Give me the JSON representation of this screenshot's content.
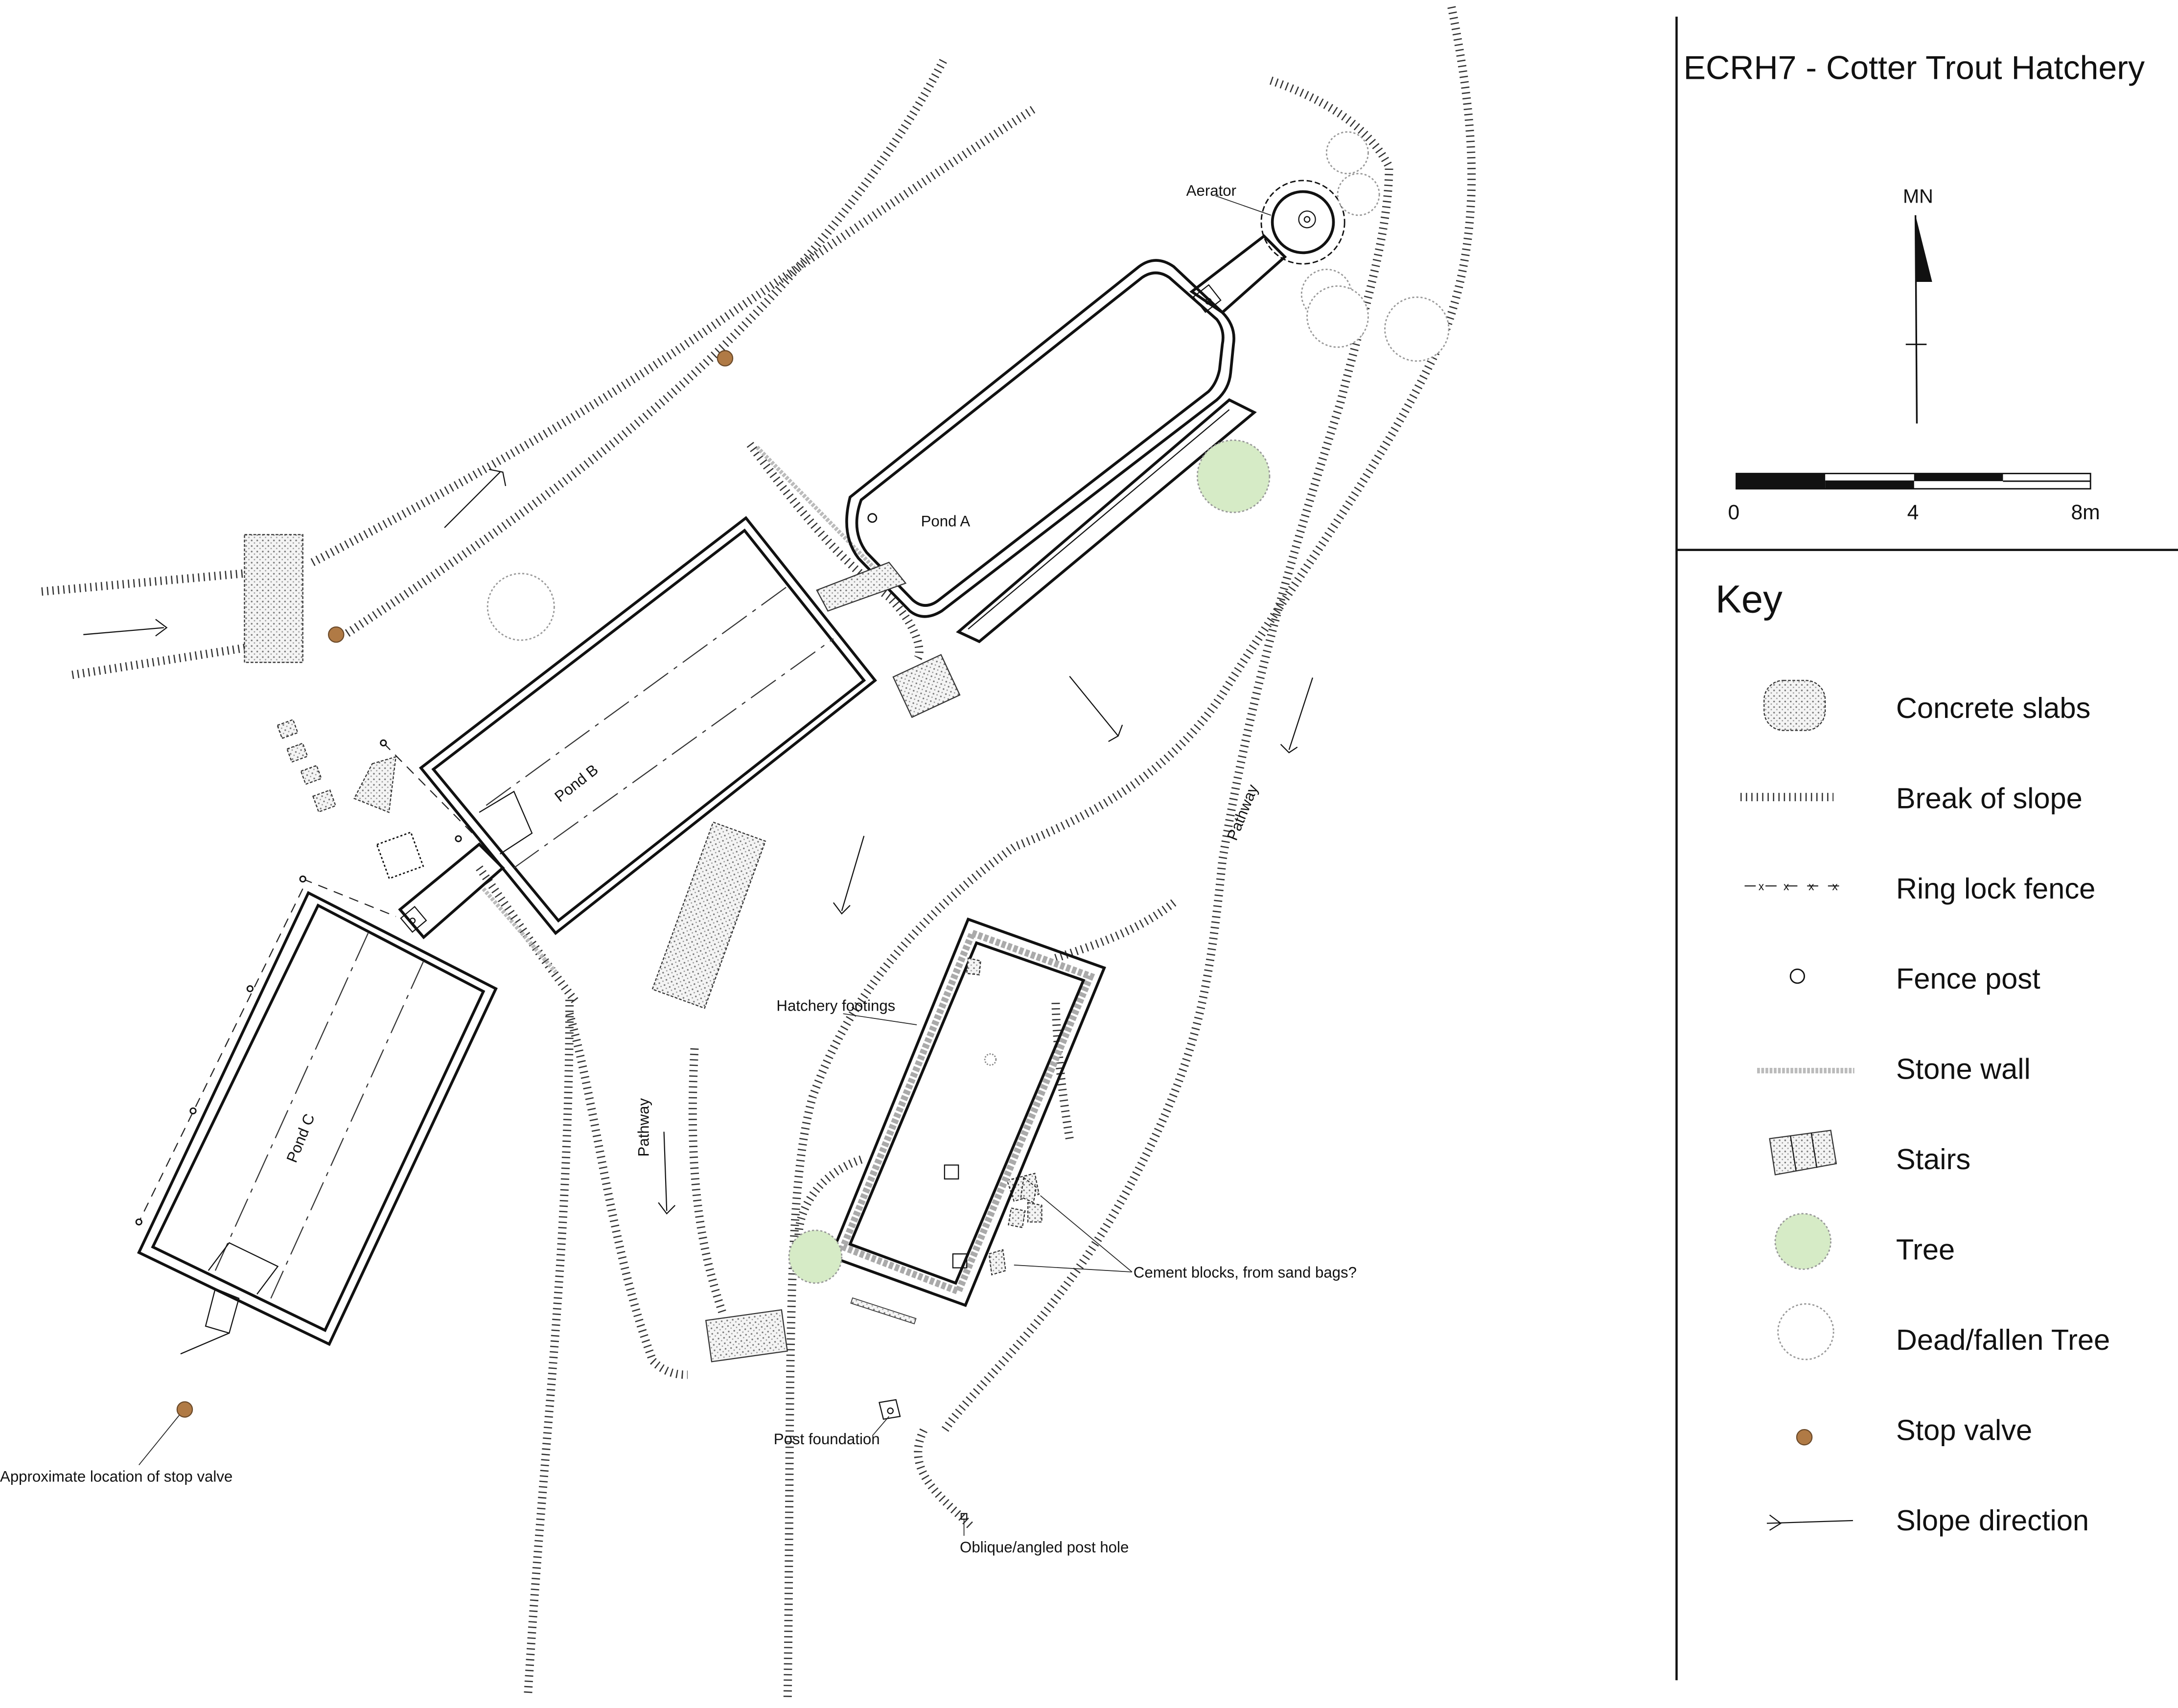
{
  "title": "ECRH7 - Cotter Trout Hatchery",
  "north_arrow": {
    "label": "MN"
  },
  "scale_bar": {
    "labels": [
      "0",
      "4",
      "8m"
    ],
    "unit": "m",
    "max": 8
  },
  "key": {
    "title": "Key",
    "items": [
      {
        "label": "Concrete slabs",
        "icon": "concrete-slab-icon"
      },
      {
        "label": "Break of slope",
        "icon": "break-of-slope-icon"
      },
      {
        "label": "Ring lock fence",
        "icon": "ring-lock-fence-icon"
      },
      {
        "label": "Fence post",
        "icon": "fence-post-icon"
      },
      {
        "label": "Stone wall",
        "icon": "stone-wall-icon"
      },
      {
        "label": "Stairs",
        "icon": "stairs-icon"
      },
      {
        "label": "Tree",
        "icon": "tree-icon"
      },
      {
        "label": "Dead/fallen Tree",
        "icon": "dead-tree-icon"
      },
      {
        "label": "Stop valve",
        "icon": "stop-valve-icon"
      },
      {
        "label": "Slope direction",
        "icon": "slope-direction-icon"
      }
    ]
  },
  "plan_labels": {
    "aerator": "Aerator",
    "pond_a": "Pond A",
    "pond_b": "Pond B",
    "pond_c": "Pond C",
    "pathway_1": "Pathway",
    "pathway_2": "Pathway",
    "hatchery_footings": "Hatchery footings",
    "cement_blocks": "Cement blocks, from sand bags?",
    "post_foundation": "Post foundation",
    "stop_valve_note": "Approximate location of stop valve",
    "post_hole": "Oblique/angled post hole"
  },
  "colors": {
    "tree": "#d6ebc6",
    "stop_valve": "#b07a45"
  }
}
